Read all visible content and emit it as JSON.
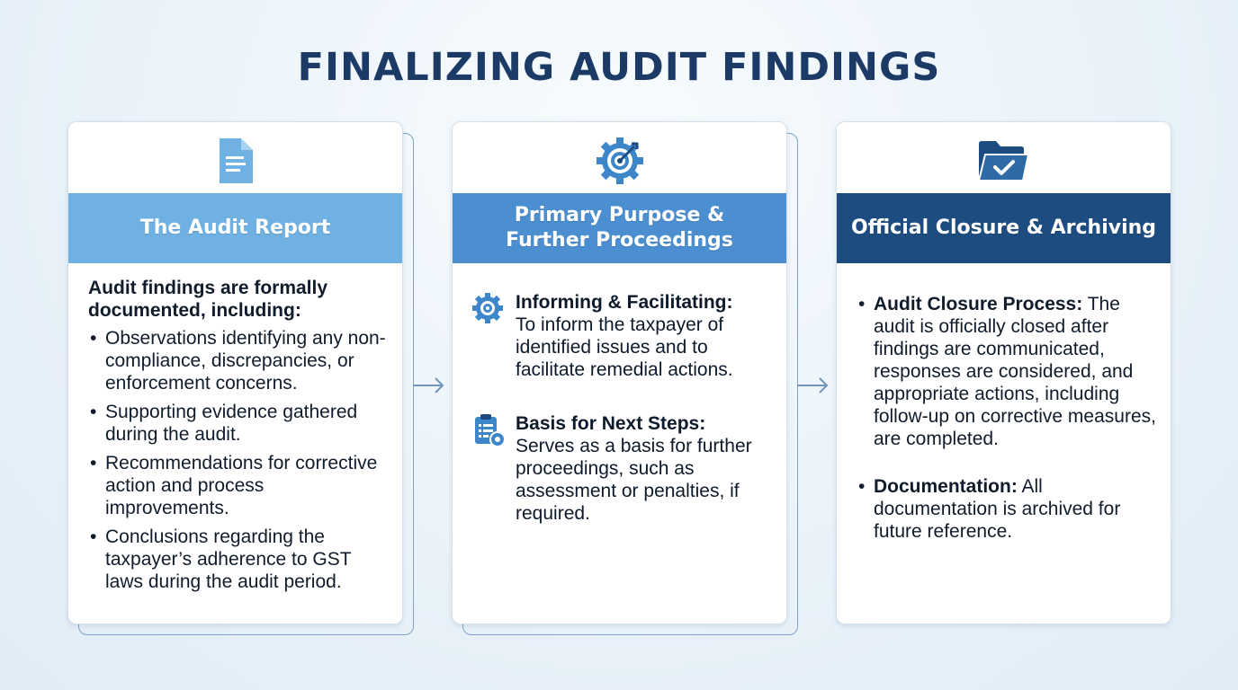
{
  "title": "FINALIZING AUDIT FINDINGS",
  "colors": {
    "band1": "#6fb1e3",
    "band2": "#4b8fd0",
    "band3": "#1d4d80",
    "title": "#1b3a66",
    "frame": "#7fa2c6"
  },
  "cards": [
    {
      "icon": "document-icon",
      "heading": "The Audit Report",
      "intro": "Audit findings are formally documented, including:",
      "bullets": [
        "Observations identifying any non-compliance, discrepancies, or enforcement concerns.",
        "Supporting evidence gathered during the audit.",
        "Recommendations for corrective action and process improvements.",
        "Conclusions regarding the taxpayer’s adherence to GST laws during the audit period."
      ]
    },
    {
      "icon": "target-gear-icon",
      "heading_line1": "Primary Purpose &",
      "heading_line2": "Further Proceedings",
      "items": [
        {
          "icon": "gear-target-icon",
          "title": "Informing & Facilitating:",
          "text": "To inform the taxpayer of identified issues and to facilitate remedial actions."
        },
        {
          "icon": "clipboard-gear-icon",
          "title": "Basis for Next Steps:",
          "text": "Serves as a basis for further proceedings, such as assessment or penalties, if required."
        }
      ]
    },
    {
      "icon": "folder-check-icon",
      "heading": "Official Closure & Archiving",
      "bullets": [
        {
          "lead": "Audit Closure Process:",
          "text": " The audit is officially closed after findings are communicated, responses are considered, and appropriate actions, including follow-up on corrective measures, are completed."
        },
        {
          "lead": "Documentation:",
          "text": " All documentation is archived for future reference."
        }
      ]
    }
  ]
}
